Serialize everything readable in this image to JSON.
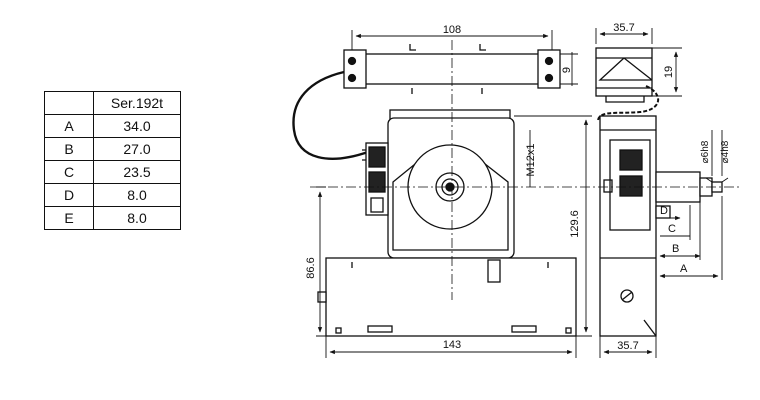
{
  "table": {
    "header": [
      "",
      "Ser.192t"
    ],
    "rows": [
      {
        "label": "A",
        "value": "34.0"
      },
      {
        "label": "B",
        "value": "27.0"
      },
      {
        "label": "C",
        "value": "23.5"
      },
      {
        "label": "D",
        "value": "8.0"
      },
      {
        "label": "E",
        "value": "8.0"
      }
    ]
  },
  "dimensions": {
    "top_width": "108",
    "top_height": "9",
    "side_top_width": "35.7",
    "side_top_height": "19",
    "thread": "M12x1",
    "total_height": "129.6",
    "base_height": "86.6",
    "base_width": "143",
    "side_base_width": "35.7",
    "shaft_dia_1": "6h8",
    "shaft_dia_2": "4h8",
    "label_A": "A",
    "label_B": "B",
    "label_C": "C",
    "label_D": "D"
  },
  "colors": {
    "line": "#111111",
    "background": "#ffffff"
  }
}
